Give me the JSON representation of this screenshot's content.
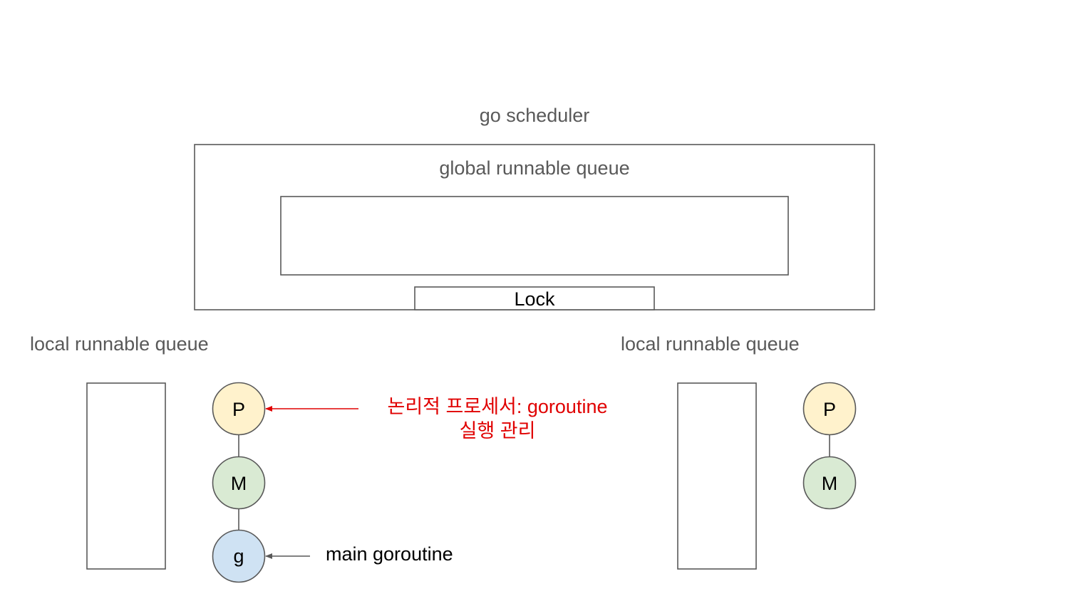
{
  "scheduler": {
    "title": "go scheduler",
    "global_queue_label": "global runnable queue",
    "lock_label": "Lock"
  },
  "left_processor": {
    "local_queue_label": "local runnable queue",
    "p_label": "P",
    "m_label": "M",
    "g_label": "g"
  },
  "right_processor": {
    "local_queue_label": "local runnable queue",
    "p_label": "P",
    "m_label": "M"
  },
  "annotations": {
    "processor_note_line1": "논리적 프로세서: goroutine",
    "processor_note_line2": "실행 관리",
    "main_goroutine_note": "main goroutine"
  },
  "colors": {
    "p_fill": "#fff2cc",
    "m_fill": "#d9ead3",
    "g_fill": "#cfe2f3",
    "node_stroke": "#595959",
    "annotation_red": "#e00000",
    "text_gray": "#595959"
  }
}
